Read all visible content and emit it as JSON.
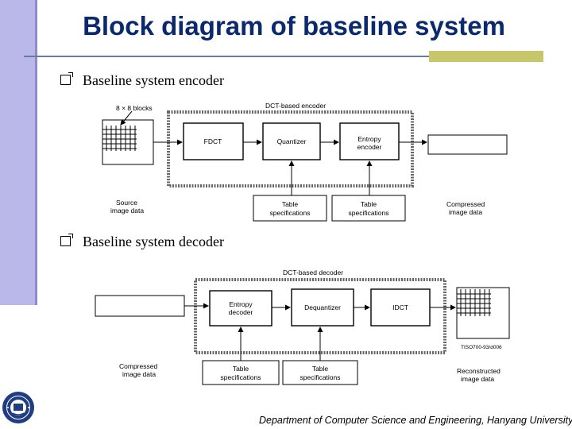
{
  "slide": {
    "title": "Block diagram of baseline system",
    "footer": "Department of Computer Science and Engineering, Hanyang University",
    "accent_color": "#c6c66a",
    "sidebar_color": "#b9b8e8",
    "title_color": "#0b2a6e"
  },
  "bullets": [
    {
      "text": "Baseline system encoder",
      "icon": "checkbox-bullet-icon"
    },
    {
      "text": "Baseline system decoder",
      "icon": "checkbox-bullet-icon"
    }
  ],
  "encoder": {
    "blocks_label": "8 × 8 blocks",
    "group_label": "DCT-based encoder",
    "fdct": "FDCT",
    "quantizer": "Quantizer",
    "entropy_line1": "Entropy",
    "entropy_line2": "encoder",
    "source_line1": "Source",
    "source_line2": "image data",
    "table1_line1": "Table",
    "table1_line2": "specifications",
    "table2_line1": "Table",
    "table2_line2": "specifications",
    "compressed_line1": "Compressed",
    "compressed_line2": "image data"
  },
  "decoder": {
    "group_label": "DCT-based decoder",
    "entropy_line1": "Entropy",
    "entropy_line2": "decoder",
    "dequantizer": "Dequantizer",
    "idct": "IDCT",
    "compressed_line1": "Compressed",
    "compressed_line2": "image data",
    "table1_line1": "Table",
    "table1_line2": "specifications",
    "table2_line1": "Table",
    "table2_line2": "specifications",
    "reconstructed_line1": "Reconstructed",
    "reconstructed_line2": "image data",
    "figure_id": "TISO700-93/d006"
  }
}
